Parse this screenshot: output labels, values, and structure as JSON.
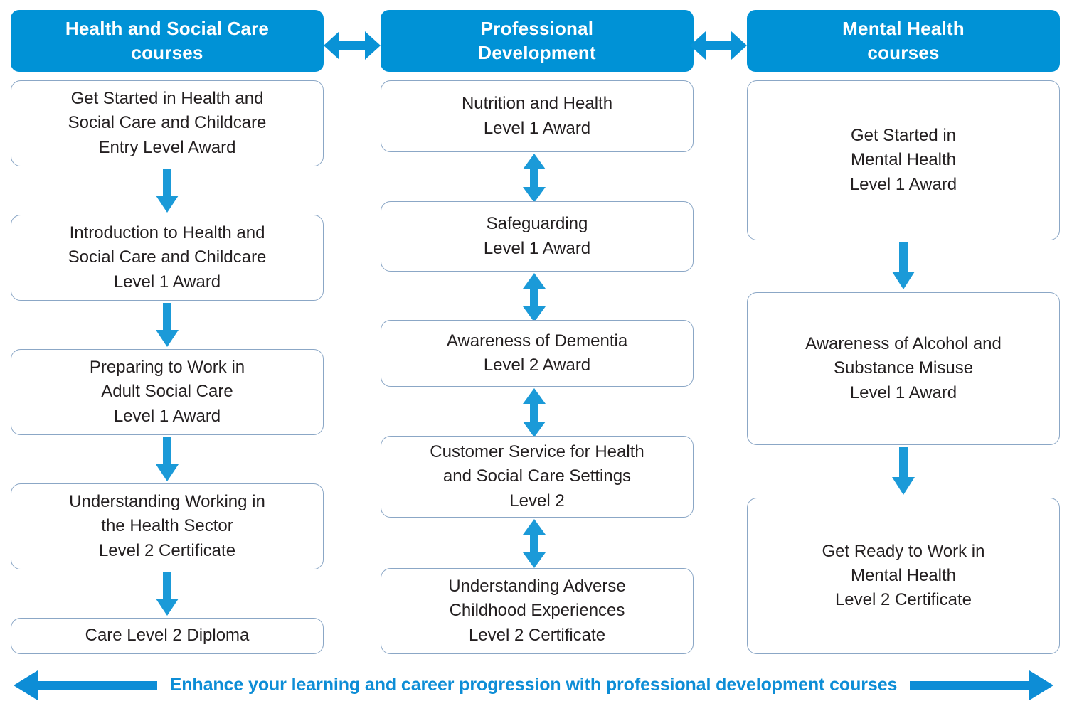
{
  "colors": {
    "header_blue": "#0092d6",
    "arrow_blue": "#1b9ad8",
    "banner_blue": "#0d8dd6",
    "box_border": "#8ba7c6",
    "box_text": "#231f20",
    "background": "#ffffff"
  },
  "columns": [
    {
      "id": "health-and-social-care",
      "header": "Health and Social Care\ncourses",
      "connector_down_type": "single-down-arrow",
      "boxes": [
        {
          "label": "Get Started in Health and\nSocial Care and Childcare\nEntry Level Award"
        },
        {
          "label": "Introduction to Health and\nSocial Care and Childcare\nLevel 1 Award"
        },
        {
          "label": "Preparing to Work in\nAdult Social Care\nLevel 1 Award"
        },
        {
          "label": "Understanding Working in\nthe Health Sector\nLevel 2 Certificate"
        },
        {
          "label": "Care Level 2 Diploma"
        }
      ]
    },
    {
      "id": "professional-development",
      "header": "Professional\nDevelopment",
      "connector_down_type": "double-headed-vertical-arrow",
      "boxes": [
        {
          "label": "Nutrition and Health\nLevel 1 Award"
        },
        {
          "label": "Safeguarding\nLevel 1 Award"
        },
        {
          "label": "Awareness of Dementia\nLevel 2 Award"
        },
        {
          "label": "Customer Service for Health\nand Social Care Settings\nLevel 2"
        },
        {
          "label": "Understanding Adverse\nChildhood Experiences\nLevel 2 Certificate"
        }
      ]
    },
    {
      "id": "mental-health",
      "header": "Mental Health\ncourses",
      "connector_down_type": "single-down-arrow",
      "boxes": [
        {
          "label": "Get Started in\nMental Health\nLevel 1 Award"
        },
        {
          "label": "Awareness of Alcohol and\nSubstance Misuse\nLevel 1 Award"
        },
        {
          "label": "Get Ready to Work in\nMental Health\nLevel 2 Certificate"
        }
      ]
    }
  ],
  "header_connectors": [
    {
      "id": "connector-left-middle",
      "type": "double-headed-horizontal-arrow"
    },
    {
      "id": "connector-middle-right",
      "type": "double-headed-horizontal-arrow"
    }
  ],
  "bottom_banner": {
    "text": "Enhance your learning and career progression with professional development courses",
    "left_arrow": "arrow-left",
    "right_arrow": "arrow-right"
  }
}
